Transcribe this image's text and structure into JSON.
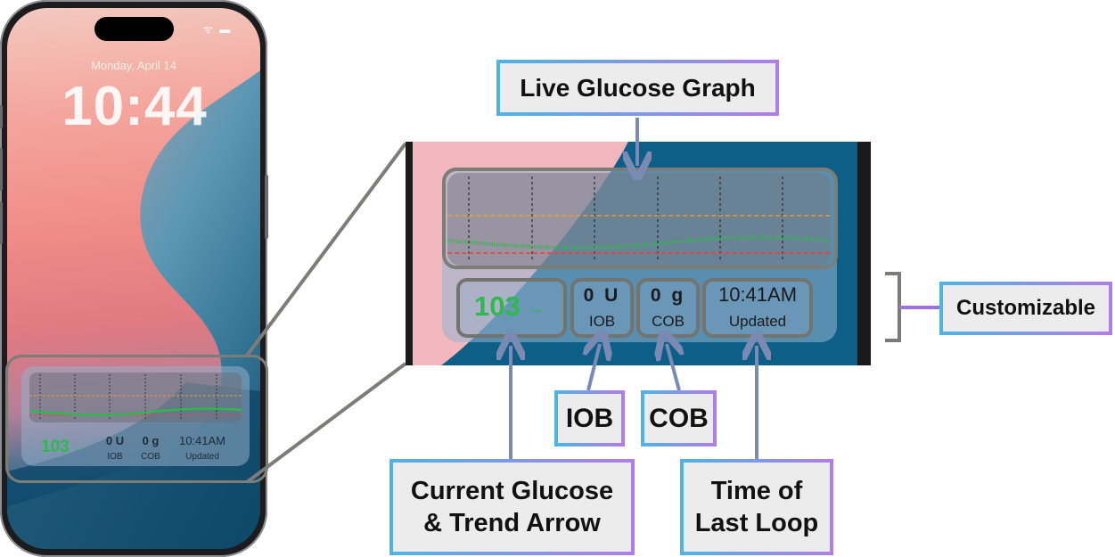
{
  "phone": {
    "status_icons": "ᯤ ▬",
    "date": "Monday, April 14",
    "time": "10:44",
    "widget": {
      "glucose": "103",
      "trend_arrow": "→",
      "iob_value": "0 U",
      "iob_label": "IOB",
      "cob_value": "0 g",
      "cob_label": "COB",
      "updated_value": "10:41AM",
      "updated_label": "Updated"
    }
  },
  "zoom_widget": {
    "glucose": "103",
    "trend_arrow": "→",
    "iob_value": "0 U",
    "iob_label": "IOB",
    "cob_value": "0 g",
    "cob_label": "COB",
    "updated_value": "10:41AM",
    "updated_label": "Updated"
  },
  "labels": {
    "graph": "Live Glucose Graph",
    "customizable": "Customizable",
    "iob": "IOB",
    "cob": "COB",
    "current_glucose_line1": "Current Glucose",
    "current_glucose_line2": "& Trend Arrow",
    "last_loop_line1": "Time of",
    "last_loop_line2": "Last Loop"
  },
  "colors": {
    "glucose_green": "#2fb84b",
    "high_threshold": "#e0a040",
    "low_threshold": "#e04545",
    "label_border_start": "#4fb3e8",
    "label_border_end": "#b07ee8",
    "arrow": "#7b8ab3"
  }
}
